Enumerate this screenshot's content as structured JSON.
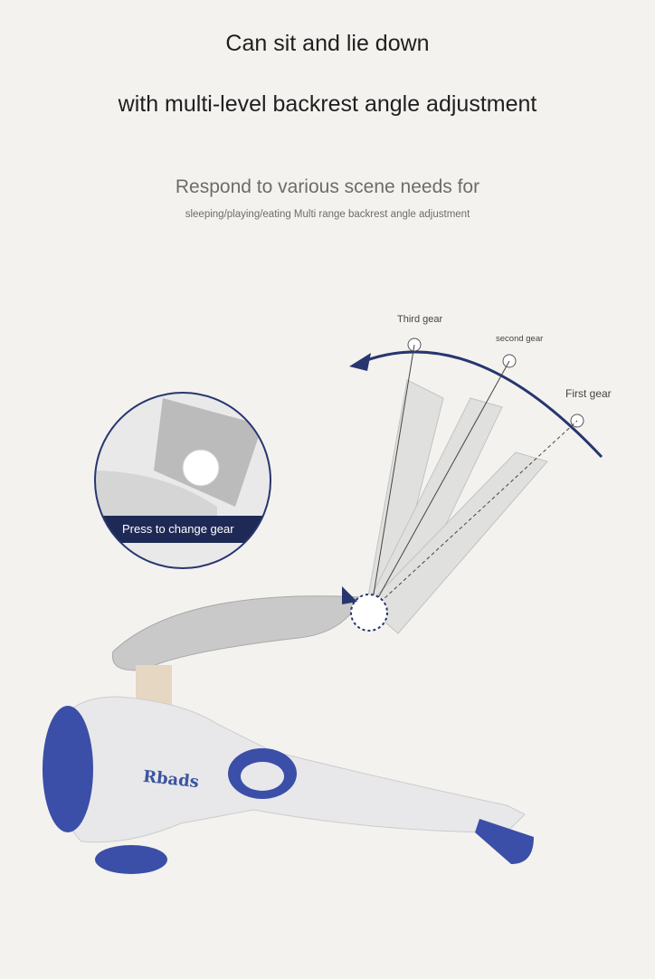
{
  "heading": {
    "line1": "Can sit and lie down",
    "line2": "with multi-level backrest angle adjustment"
  },
  "subheading": {
    "line1": "Respond to various scene needs for",
    "line2": "sleeping/playing/eating Multi range backrest angle adjustment"
  },
  "gears": {
    "third": "Third gear",
    "second": "second gear",
    "first": "First gear"
  },
  "callout": {
    "label": "Press to change gear"
  },
  "product": {
    "brand": "Rbads"
  },
  "colors": {
    "accent": "#2c3f8f",
    "background": "#f4f2ef"
  }
}
